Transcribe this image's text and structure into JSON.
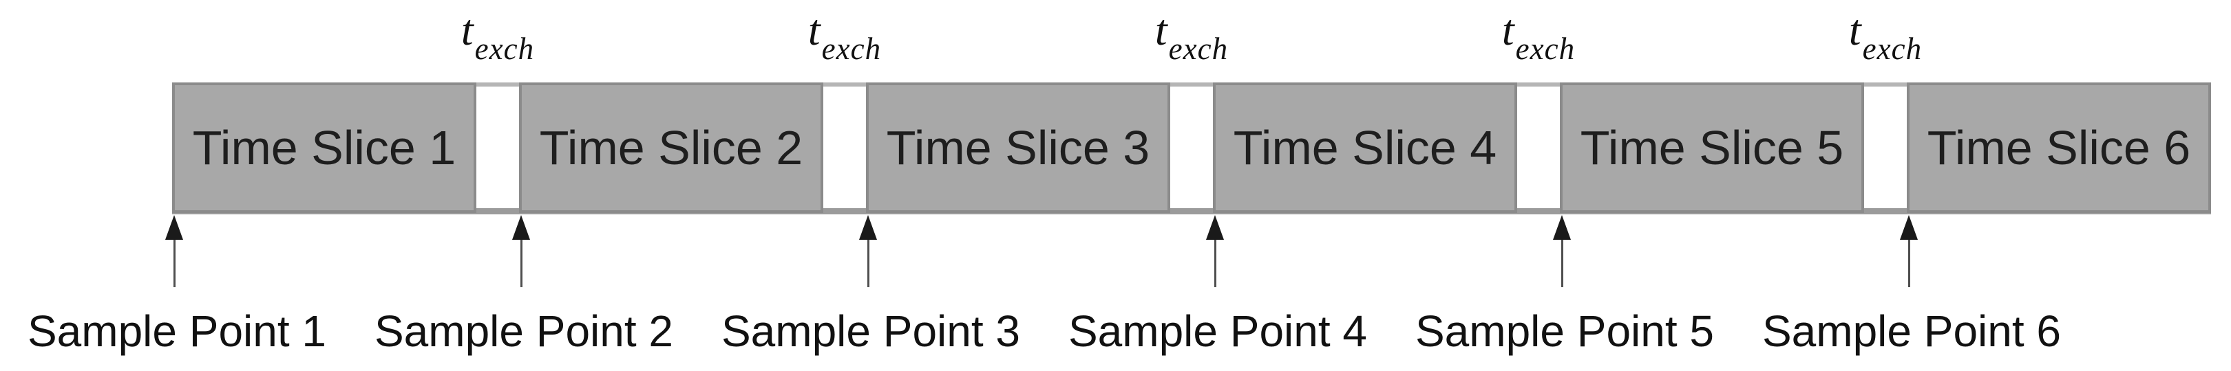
{
  "diagram": {
    "time_slices": [
      {
        "label": "Time Slice 1"
      },
      {
        "label": "Time Slice 2"
      },
      {
        "label": "Time Slice 3"
      },
      {
        "label": "Time Slice 4"
      },
      {
        "label": "Time Slice 5"
      },
      {
        "label": "Time Slice 6"
      }
    ],
    "exchange_time_labels": [
      {
        "base": "t",
        "subscript": "exch"
      },
      {
        "base": "t",
        "subscript": "exch"
      },
      {
        "base": "t",
        "subscript": "exch"
      },
      {
        "base": "t",
        "subscript": "exch"
      },
      {
        "base": "t",
        "subscript": "exch"
      }
    ],
    "sample_points": [
      {
        "label": "Sample Point 1"
      },
      {
        "label": "Sample Point 2"
      },
      {
        "label": "Sample Point 3"
      },
      {
        "label": "Sample Point 4"
      },
      {
        "label": "Sample Point 5"
      },
      {
        "label": "Sample Point 6"
      }
    ],
    "colors": {
      "background": "#ffffff",
      "box_fill": "#a8a8a8",
      "box_border": "#8b8b8b",
      "top_rail": "#b5b5b5",
      "bottom_rail": "#9b9b9b",
      "box_text": "#1e1e1e",
      "label_text": "#111111",
      "arrow": "#1a1a1a",
      "arrow_shaft": "#4f4f4f"
    }
  }
}
